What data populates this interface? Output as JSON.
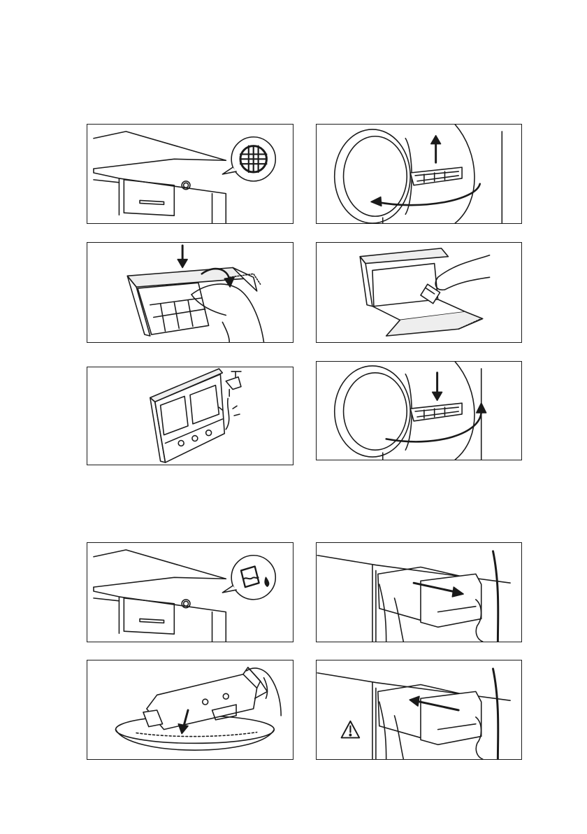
{
  "page": {
    "title": "",
    "sections": [
      {
        "name": "filter-cleaning",
        "panels": [
          {
            "id": "step-1",
            "icon": "filter-grid-icon",
            "depicts": "dryer-top-with-filter-indicator"
          },
          {
            "id": "step-2",
            "icon": "arrow-up-icon",
            "depicts": "open-door-lift-filter"
          },
          {
            "id": "step-3",
            "icon": "arrow-down-icon",
            "depicts": "open-filter-by-hand"
          },
          {
            "id": "step-4",
            "icon": "hand-icon",
            "depicts": "remove-lint-from-filter"
          },
          {
            "id": "step-5",
            "icon": "faucet-icon",
            "depicts": "rinse-filter-under-tap"
          },
          {
            "id": "step-6",
            "icon": "arrow-down-icon",
            "depicts": "insert-filter-close-door"
          }
        ]
      },
      {
        "name": "water-container-emptying",
        "panels": [
          {
            "id": "step-7",
            "icon": "water-container-icon",
            "depicts": "dryer-top-with-water-indicator"
          },
          {
            "id": "step-8",
            "icon": "arrow-right-icon",
            "depicts": "pull-out-water-container"
          },
          {
            "id": "step-9",
            "icon": "bowl-icon",
            "depicts": "empty-container-into-bowl"
          },
          {
            "id": "step-10",
            "icon": "warning-icon",
            "depicts": "push-container-back-in"
          }
        ]
      }
    ]
  },
  "colors": {
    "stroke": "#1a1a1a",
    "fill": "#ffffff",
    "shade": "#cfcfcf"
  }
}
